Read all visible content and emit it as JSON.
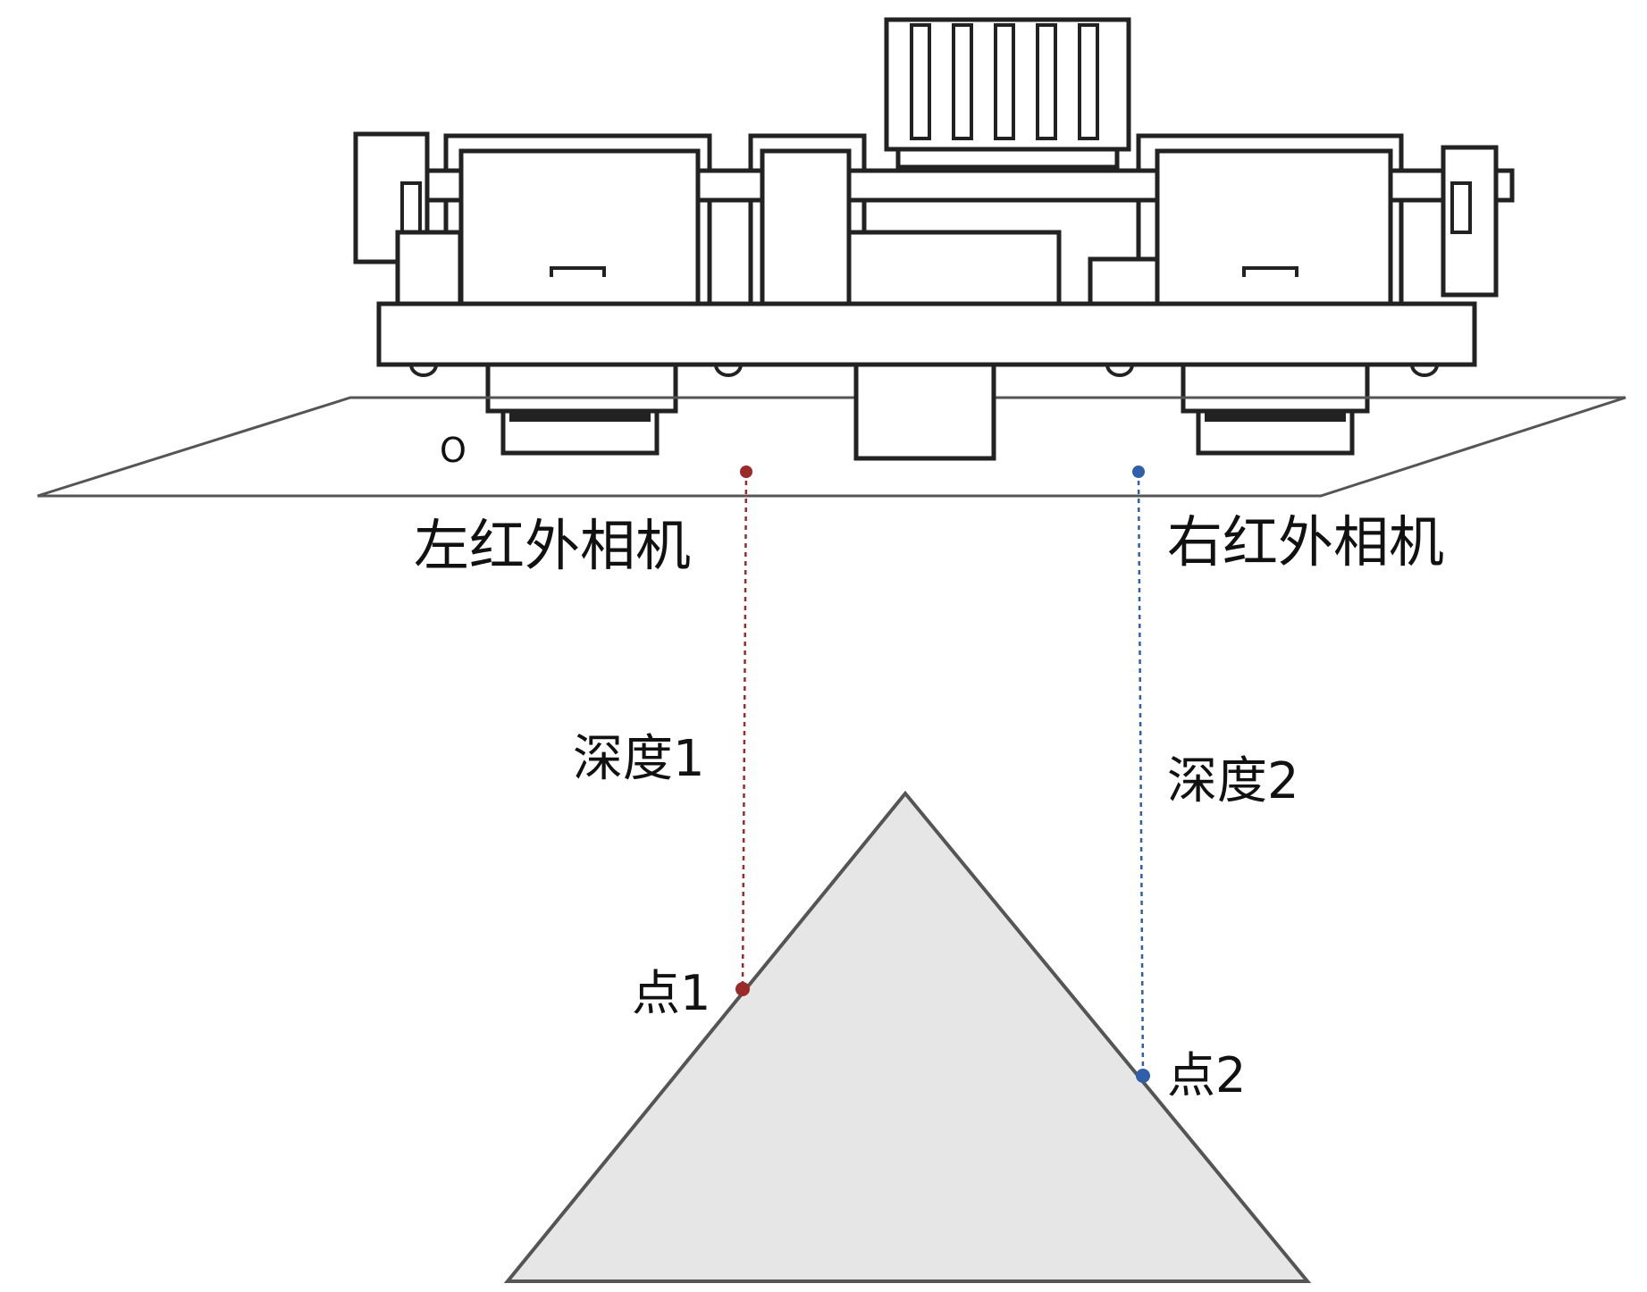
{
  "diagram": {
    "origin_label": "O",
    "left_camera_label": "左红外相机",
    "right_camera_label": "右红外相机",
    "depth1_label": "深度1",
    "depth2_label": "深度2",
    "point1_label": "点1",
    "point2_label": "点2"
  },
  "colors": {
    "left_ray": "#9b2a2a",
    "right_ray": "#2f5fa8",
    "object_fill": "#e6e6e6",
    "object_stroke": "#555555"
  }
}
